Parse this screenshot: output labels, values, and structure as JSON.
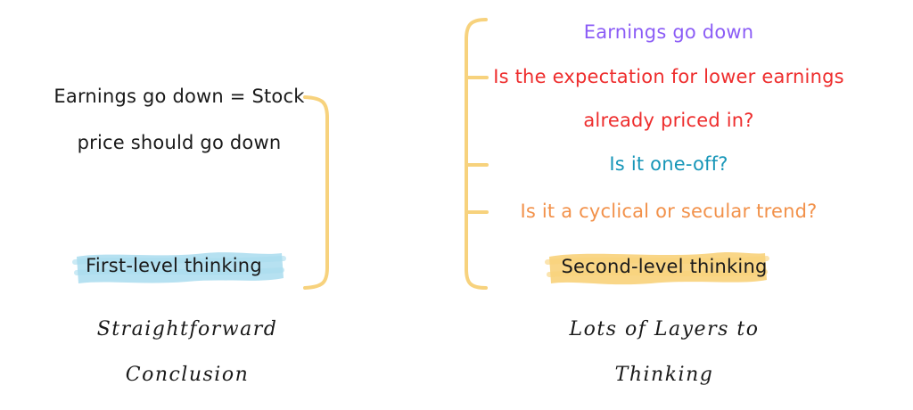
{
  "colors": {
    "bracket": "#f7d27d",
    "highlight_left": "#a9dcee",
    "highlight_right": "#f8d27a",
    "ink": "#1a1a1a",
    "purple": "#8b5cf6",
    "red": "#ee2d2d",
    "teal": "#1796b8",
    "orange": "#f2914a"
  },
  "left": {
    "statement_line1": "Earnings go down = Stock",
    "statement_line2": "price should go down",
    "label": "First-level thinking",
    "note_line1": "Straightforward",
    "note_line2": "Conclusion"
  },
  "right": {
    "q1": "Earnings go down",
    "q2_line1": "Is the expectation for lower earnings",
    "q2_line2": "already priced in?",
    "q3": "Is it one-off?",
    "q4": "Is it a cyclical or secular trend?",
    "label": "Second-level thinking",
    "note_line1": "Lots of Layers to",
    "note_line2": "Thinking"
  }
}
